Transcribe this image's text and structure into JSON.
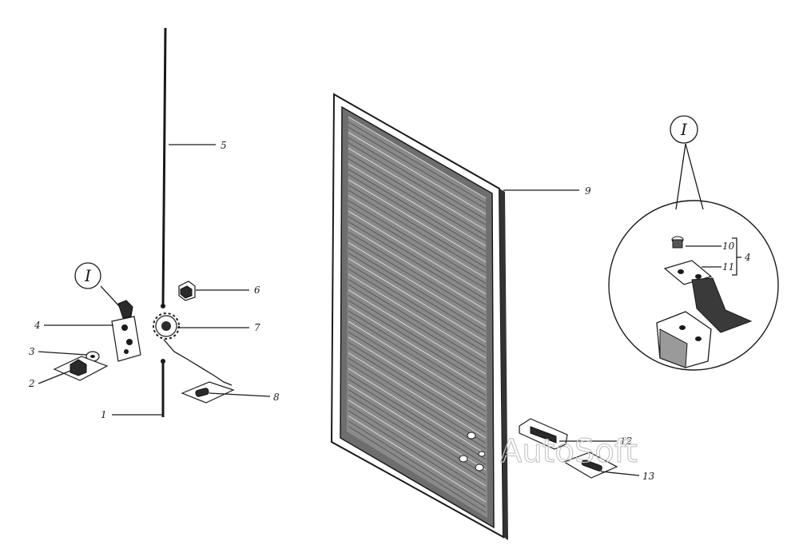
{
  "callouts": [
    {
      "id": "c1",
      "text": "1"
    },
    {
      "id": "c2",
      "text": "2"
    },
    {
      "id": "c3",
      "text": "3"
    },
    {
      "id": "c4",
      "text": "4"
    },
    {
      "id": "c5",
      "text": "5"
    },
    {
      "id": "c6",
      "text": "6"
    },
    {
      "id": "c7",
      "text": "7"
    },
    {
      "id": "c8",
      "text": "8"
    },
    {
      "id": "c9",
      "text": "9"
    },
    {
      "id": "c10",
      "text": "10"
    },
    {
      "id": "c11",
      "text": "11"
    },
    {
      "id": "c4b",
      "text": "4"
    },
    {
      "id": "c12",
      "text": "12"
    },
    {
      "id": "c13",
      "text": "13"
    }
  ],
  "detail_markers": [
    {
      "id": "left",
      "text": "I"
    },
    {
      "id": "right",
      "text": "I"
    }
  ],
  "watermark": "AutoSoft",
  "colors": {
    "ink": "#1a1a1a",
    "panel_shade": "#6e6e6e",
    "watermark": "#c8c8c8"
  }
}
